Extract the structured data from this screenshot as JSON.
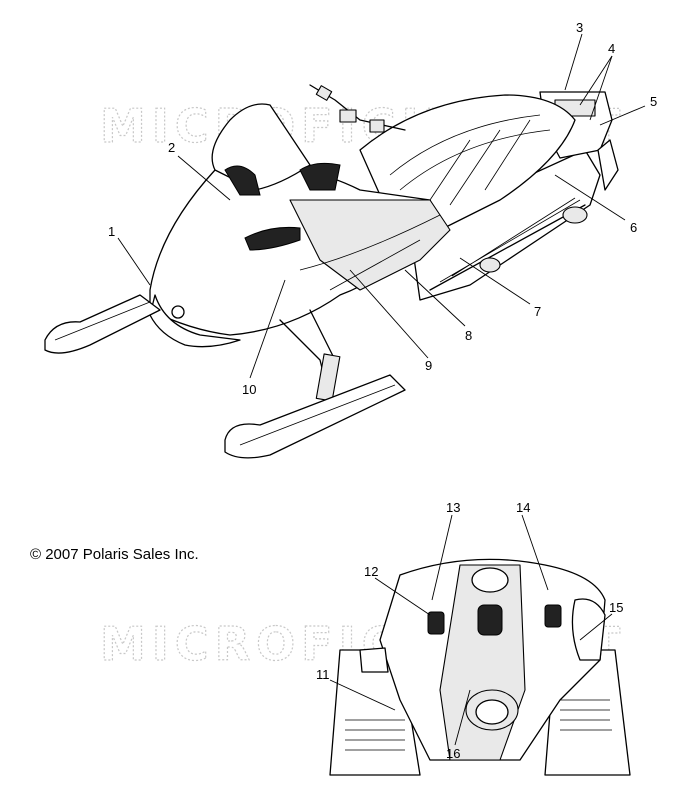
{
  "watermark": "MICROFICHE.NET",
  "copyright": "© 2007 Polaris Sales Inc.",
  "callouts": [
    "1",
    "2",
    "3",
    "4",
    "5",
    "6",
    "7",
    "8",
    "9",
    "10",
    "11",
    "12",
    "13",
    "14",
    "15",
    "16"
  ]
}
